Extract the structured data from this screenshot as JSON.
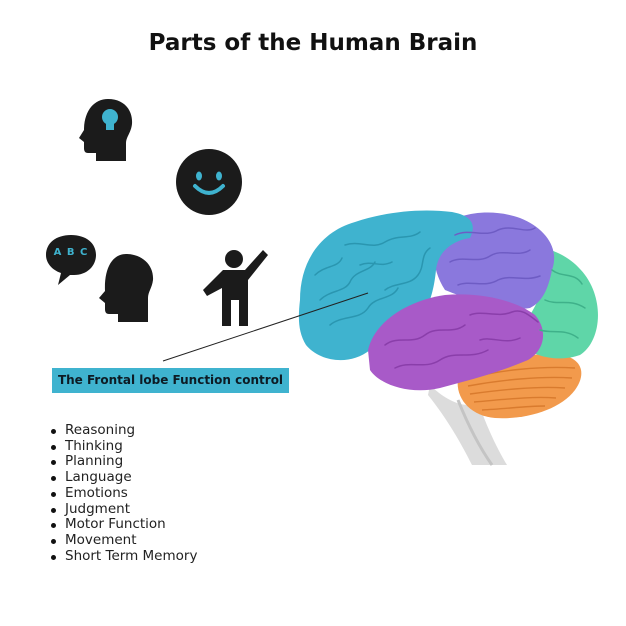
{
  "title": "Parts of the Human Brain",
  "callout": {
    "label": "The Frontal lobe Function control"
  },
  "speech_bubble_text": "A B C",
  "functions": [
    "Reasoning",
    "Thinking",
    "Planning",
    "Language",
    "Emotions",
    "Judgment",
    "Motor Function",
    "Movement",
    "Short Term Memory"
  ],
  "colors": {
    "frontal_lobe": "#3fb3cf",
    "parietal_lobe": "#8a78dd",
    "occipital_lobe": "#5fd6a8",
    "temporal_lobe": "#a85ac8",
    "cerebellum": "#f29a4c",
    "brainstem": "#dcdcdc",
    "icons": "#1b1b1b",
    "accent": "#3fb3cf"
  },
  "icons": [
    "head-lightbulb-icon",
    "smiley-face-icon",
    "speaking-head-icon",
    "person-waving-icon"
  ]
}
